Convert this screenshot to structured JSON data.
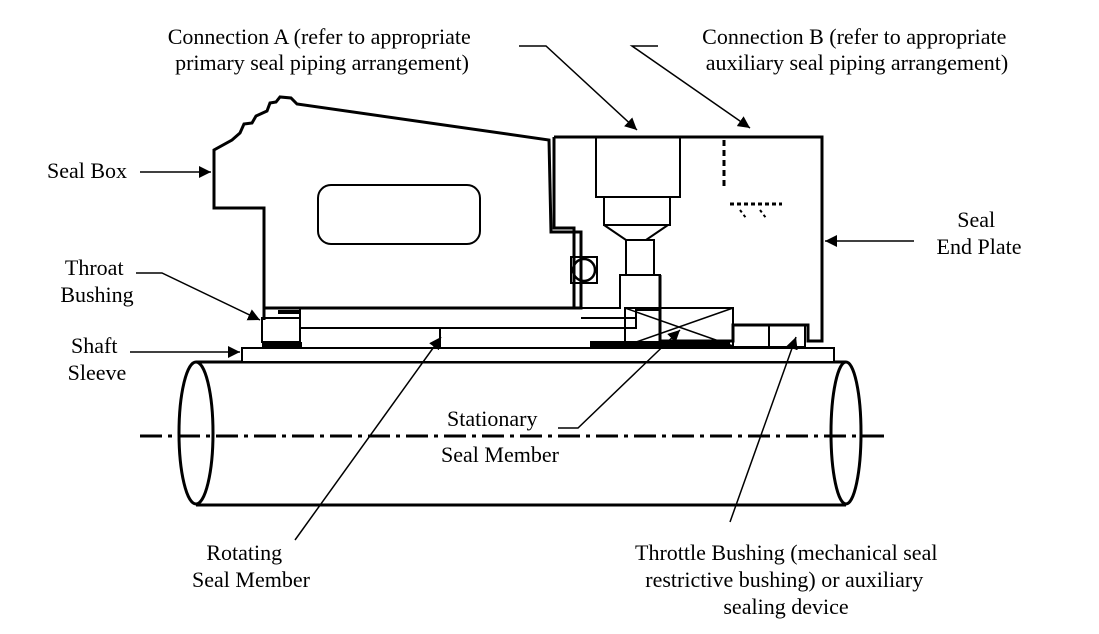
{
  "labels": {
    "connection_a": [
      "Connection A (refer to appropriate",
      "primary seal piping arrangement)"
    ],
    "connection_b": [
      "Connection B (refer to appropriate",
      "auxiliary seal piping arrangement)"
    ],
    "seal_box": [
      "Seal Box"
    ],
    "seal_end_plate": [
      "Seal",
      "End Plate"
    ],
    "throat_bushing": [
      "Throat",
      "Bushing"
    ],
    "shaft_sleeve": [
      "Shaft",
      "Sleeve"
    ],
    "stationary_seal_member": [
      "Stationary",
      "Seal Member"
    ],
    "rotating_seal_member": [
      "Rotating",
      "Seal Member"
    ],
    "throttle_bushing": [
      "Throttle Bushing (mechanical seal",
      "restrictive bushing) or auxiliary",
      "sealing device"
    ]
  }
}
